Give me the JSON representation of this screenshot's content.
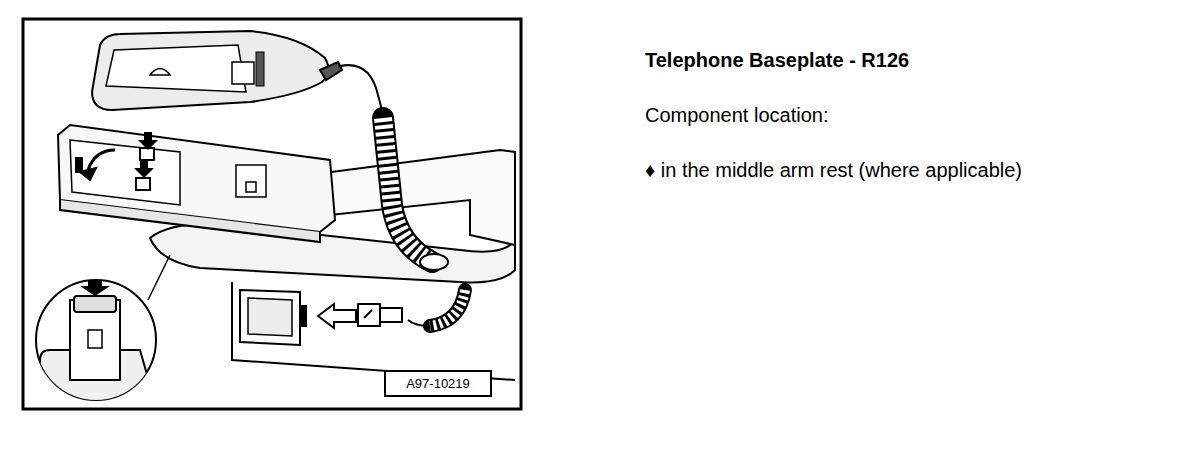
{
  "diagram": {
    "title": "Telephone Baseplate - R126",
    "nodes": [
      {
        "text": [
          "A97-10219"
        ]
      }
    ],
    "labels": [
      "Component location:",
      "♦ in the middle arm rest (where applicable)"
    ]
  }
}
